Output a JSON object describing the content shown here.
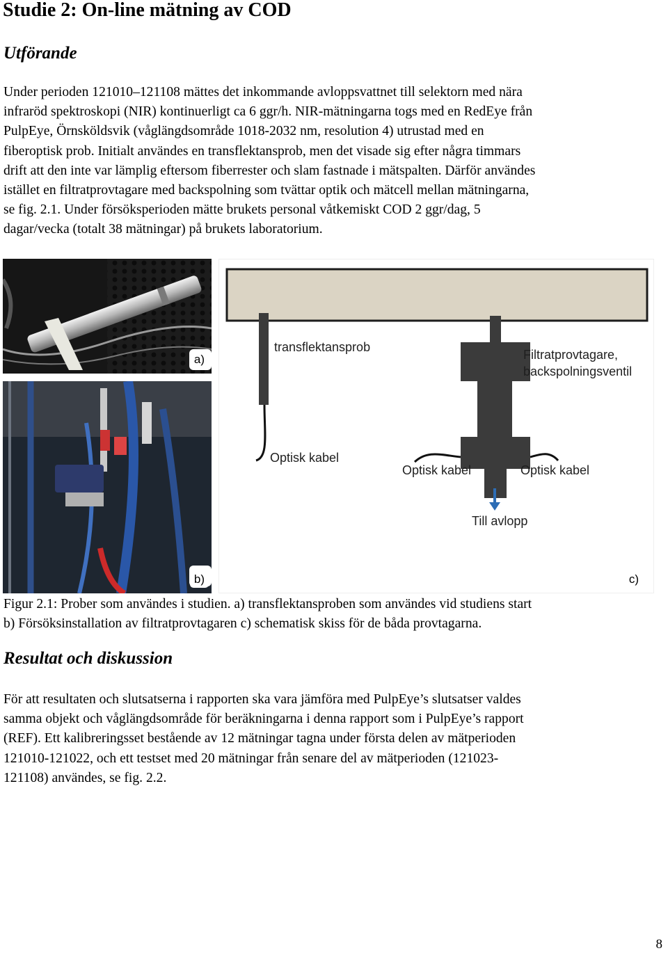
{
  "heading": "Studie 2: On-line mätning av COD",
  "section1": {
    "title": "Utförande",
    "lines": [
      "Under perioden 121010–121108 mättes det inkommande avloppsvattnet till selektorn med nära",
      "infraröd spektroskopi (NIR) kontinuerligt ca 6 ggr/h.  NIR-mätningarna togs med en RedEye från",
      "PulpEye, Örnsköldsvik (våglängdsområde 1018-2032 nm, resolution 4) utrustad med en",
      "fiberoptisk prob. Initialt användes en transflektansprob, men det visade sig efter några timmars",
      "drift att den inte var lämplig eftersom fiberrester och slam fastnade i mätspalten. Därför användes",
      "istället en filtratprovtagare med backspolning som tvättar optik och mätcell mellan mätningarna,",
      "se fig. 2.1. Under försöksperioden mätte brukets personal våtkemiskt COD 2 ggr/dag, 5",
      "dagar/vecka (totalt 38 mätningar) på brukets laboratorium."
    ]
  },
  "figure": {
    "label_a": "a)",
    "label_b": "b)",
    "label_c": "c)",
    "schematic": {
      "probe1": "transflektansprob",
      "probe2_line1": "Filtratprovtagare,",
      "probe2_line2": "backspolningsventil",
      "cable1": "Optisk kabel",
      "cable2": "Optisk kabel",
      "cable3": "Optisk kabel",
      "drain": "Till avlopp"
    },
    "caption_line1": "Figur 2.1: Prober som användes i studien.  a) transflektansproben som användes vid studiens start",
    "caption_line2": "b) Försöksinstallation av filtratprovtagaren c) schematisk skiss för de båda provtagarna."
  },
  "section2": {
    "title": "Resultat och diskussion",
    "lines": [
      "För att resultaten och slutsatserna i rapporten ska vara jämföra med PulpEye’s slutsatser valdes",
      "samma objekt och våglängdsområde för beräkningarna i denna rapport som i PulpEye’s rapport",
      "(REF). Ett kalibreringsset bestående av 12 mätningar tagna under första delen av mätperioden",
      "121010-121022, och ett testset med 20 mätningar från senare del av mätperioden (121023-",
      "121108) användes, se fig. 2.2."
    ]
  },
  "page_number": "8",
  "colors": {
    "beam": "#dbd4c4",
    "probe": "#3b3b3b",
    "arrow": "#2d6db5"
  }
}
